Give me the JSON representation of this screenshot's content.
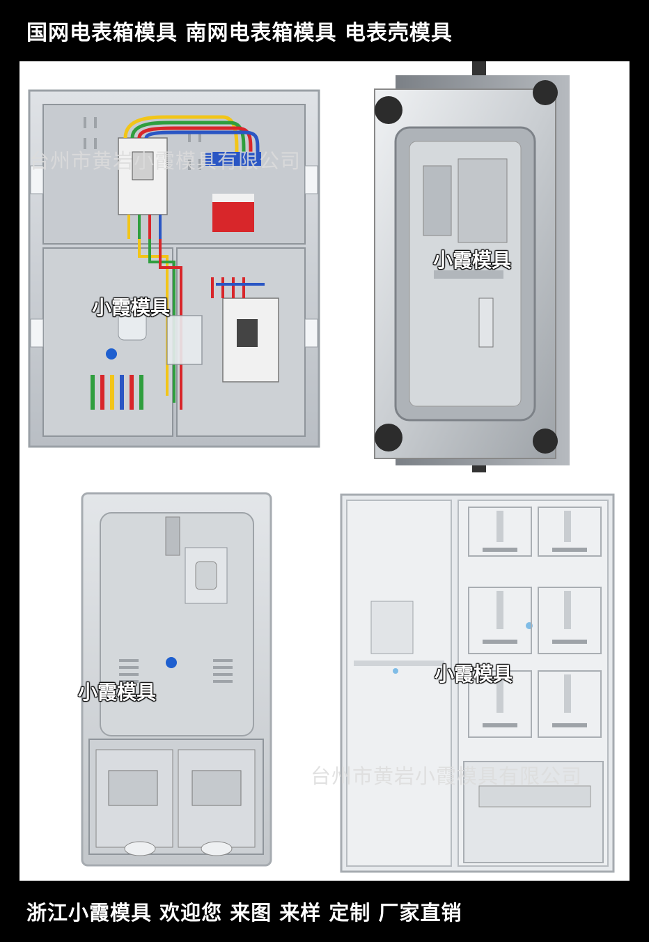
{
  "header": {
    "title": "国网电表箱模具 南网电表箱模具 电表壳模具"
  },
  "footer": {
    "slogan": "浙江小霞模具 欢迎您 来图 来样 定制 厂家直销"
  },
  "watermarks": {
    "brand_1": "小霞模具",
    "brand_2": "小霞模具",
    "brand_3": "小霞模具",
    "brand_4": "小霞模具",
    "company_1": "台州市黄岩小霞模具有限公司",
    "company_2": "台州市黄岩小霞模具有限公司"
  },
  "colors": {
    "background": "#000000",
    "canvas": "#ffffff",
    "wire_red": "#d8262a",
    "wire_yellow": "#f2c518",
    "wire_green": "#2f9e3e",
    "wire_blue": "#2a56c4",
    "indicator_blue": "#1e5fcf"
  }
}
